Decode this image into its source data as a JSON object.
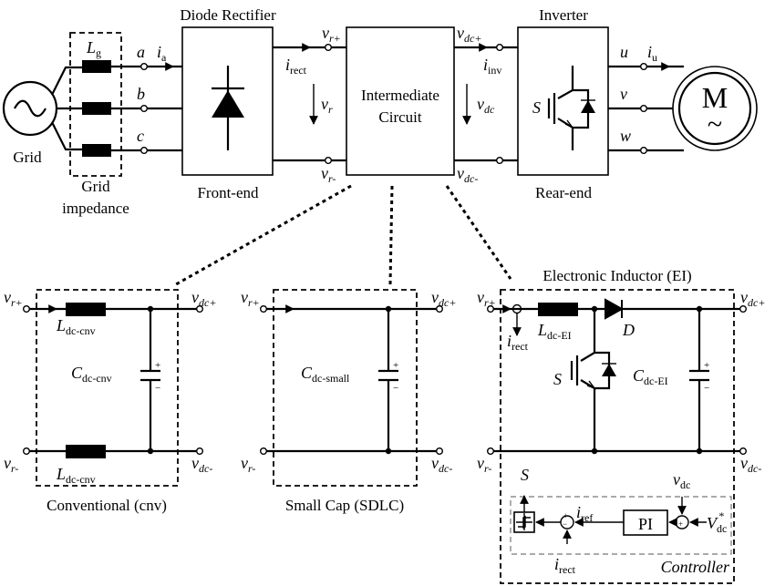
{
  "labels": {
    "grid": "Grid",
    "grid_impedance_1": "Grid",
    "grid_impedance_2": "impedance",
    "diode_rectifier": "Diode Rectifier",
    "front_end": "Front-end",
    "intermediate_1": "Intermediate",
    "intermediate_2": "Circuit",
    "inverter": "Inverter",
    "rear_end": "Rear-end",
    "motor": "M",
    "motor_tilde": "~",
    "conventional": "Conventional (cnv)",
    "small_cap": "Small Cap (SDLC)",
    "electronic_inductor": "Electronic Inductor (EI)",
    "controller": "Controller",
    "pi": "PI"
  },
  "symbols": {
    "lg_main": "L",
    "lg_sub": "g",
    "a": "a",
    "b": "b",
    "c": "c",
    "ia_main": "i",
    "ia_sub": "a",
    "irect_main": "i",
    "irect_sub": "rect",
    "vr_main": "v",
    "vr_sub": "r",
    "vrp_sub": "r+",
    "vrm_sub": "r-",
    "vdc_main": "v",
    "vdc_sub": "dc",
    "vdcp_sub": "dc+",
    "vdcm_sub": "dc-",
    "iinv_main": "i",
    "iinv_sub": "inv",
    "u": "u",
    "v": "v",
    "w": "w",
    "iu_main": "i",
    "iu_sub": "u",
    "s": "S",
    "d": "D",
    "ldc_main": "L",
    "ldc_cnv_sub": "dc-cnv",
    "cdc_main": "C",
    "cdc_cnv_sub": "dc-cnv",
    "cdc_small_sub": "dc-small",
    "ldc_ei_sub": "dc-EI",
    "cdc_ei_sub": "dc-EI",
    "iref_main": "i",
    "iref_sub": "ref",
    "vdc_ctrl_main": "v",
    "vdc_ctrl_sub": "dc",
    "vdc_star_main": "V",
    "vdc_star_sub": "dc",
    "vdc_star_sup": "*",
    "plus": "+",
    "minus": "−"
  }
}
